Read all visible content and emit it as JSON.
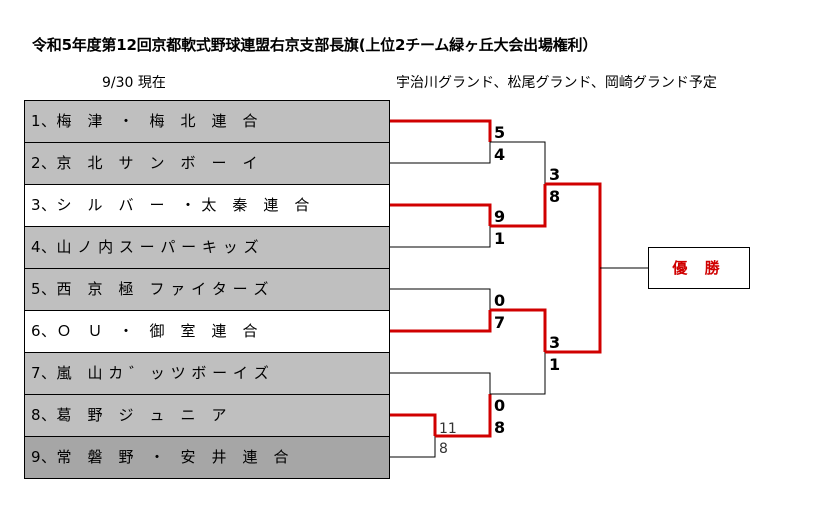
{
  "header": {
    "title": "令和5年度第12回京都軟式野球連盟右京支部長旗(上位2チーム緑ヶ丘大会出場権利）",
    "date": "9/30 現在",
    "venue": "宇治川グランド、松尾グランド、岡崎グランド予定"
  },
  "teams": [
    {
      "label": "1、梅　津　・　梅　北　連　合",
      "shade": "gray"
    },
    {
      "label": "2、京　北　サ　ン　ボ　ー　イ",
      "shade": "gray"
    },
    {
      "label": "3、シ　ル　バ　ー　・ 太　秦　連　合",
      "shade": "white"
    },
    {
      "label": "4、山 ノ 内 ス ー パ ー キ ッ ズ",
      "shade": "gray"
    },
    {
      "label": "5、西　京　極　フ ァ イ タ ー ズ",
      "shade": "gray"
    },
    {
      "label": "6、Ｏ　Ｕ　・　御　室　連　合",
      "shade": "white"
    },
    {
      "label": "7、嵐　山 カ ゛ ッ ツ ボ ー イ ズ",
      "shade": "gray"
    },
    {
      "label": "8、葛　野　ジ　ュ　ニ　ア",
      "shade": "gray"
    },
    {
      "label": "9、常　磐　野　・　安　井　連　合",
      "shade": "darkgray"
    }
  ],
  "scores": {
    "r1_t1": "5",
    "r1_t2": "4",
    "r1_t3": "9",
    "r1_t4": "1",
    "r1_t5": "0",
    "r1_t6": "7",
    "pre_t8": "11",
    "pre_t9": "8",
    "r1_t7": "0",
    "r1_t89": "8",
    "sf1_top": "3",
    "sf1_bot": "8",
    "sf2_top": "3",
    "sf2_bot": "1"
  },
  "champion": {
    "label": "優 勝"
  },
  "colors": {
    "win_line": "#d00000",
    "line": "#000000",
    "team_gray": "#bfbfbf",
    "team_dark": "#a6a6a6"
  }
}
